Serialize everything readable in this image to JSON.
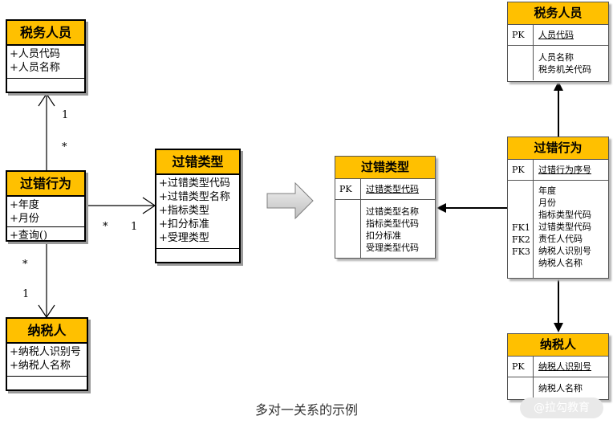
{
  "uml": {
    "tax_officer": {
      "title": "税务人员",
      "attrs": [
        "+人员代码",
        "+人员名称"
      ]
    },
    "violation": {
      "title": "过错行为",
      "attrs": [
        "+年度",
        "+月份"
      ],
      "methods": [
        "+查询()"
      ]
    },
    "error_type": {
      "title": "过错类型",
      "attrs": [
        "+过错类型代码",
        "+过错类型名称",
        "+指标类型",
        "+扣分标准",
        "+受理类型"
      ]
    },
    "taxpayer": {
      "title": "纳税人",
      "attrs": [
        "+纳税人识别号",
        "+纳税人名称"
      ]
    },
    "multiplicity": {
      "officer_one": "1",
      "officer_many": "*",
      "type_many": "*",
      "type_one": "1",
      "taxpayer_many": "*",
      "taxpayer_one": "1"
    }
  },
  "er": {
    "tax_officer": {
      "title": "税务人员",
      "pk_label": "PK",
      "pk_field": "人员代码",
      "fields": [
        "人员名称",
        "税务机关代码"
      ]
    },
    "error_type": {
      "title": "过错类型",
      "pk_label": "PK",
      "pk_field": "过错类型代码",
      "fields": [
        "过错类型名称",
        "指标类型代码",
        "扣分标准",
        "受理类型代码"
      ]
    },
    "violation": {
      "title": "过错行为",
      "pk_label": "PK",
      "pk_field": "过错行为序号",
      "fk_labels": [
        "FK1",
        "FK2",
        "FK3"
      ],
      "fields": [
        "年度",
        "月份",
        "指标类型代码",
        "过错类型代码",
        "责任人代码",
        "纳税人识别号",
        "纳税人名称"
      ]
    },
    "taxpayer": {
      "title": "纳税人",
      "pk_label": "PK",
      "pk_field": "纳税人识别号",
      "fields": [
        "纳税人名称"
      ]
    }
  },
  "caption": "多对一关系的示例",
  "watermark": "@拉勾教育",
  "colors": {
    "header": "#ffc000",
    "arrow_fill": "#d9d9d9"
  }
}
